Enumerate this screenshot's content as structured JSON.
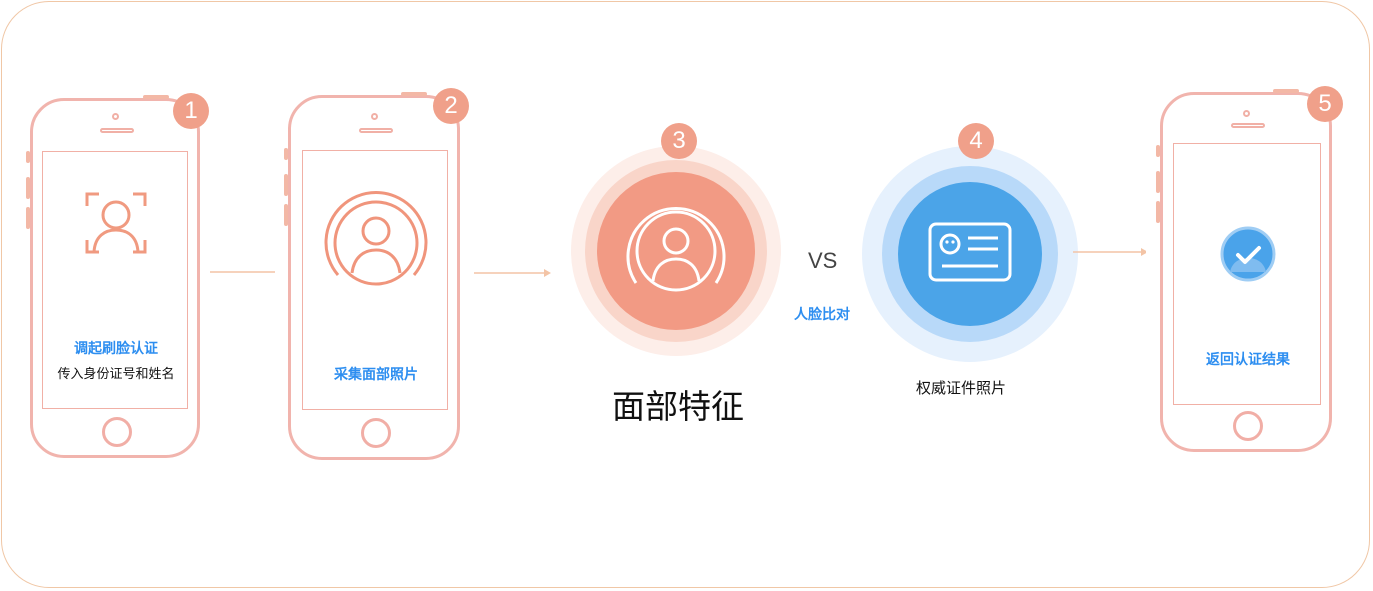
{
  "steps": [
    {
      "number": "1",
      "title": "调起刷脸认证",
      "subtitle": "传入身份证号和姓名"
    },
    {
      "number": "2",
      "title": "采集面部照片"
    },
    {
      "number": "3",
      "title": "面部特征"
    },
    {
      "number": "4",
      "title": "权威证件照片"
    },
    {
      "number": "5",
      "title": "返回认证结果"
    }
  ],
  "compare": {
    "vs": "VS",
    "label": "人脸比对"
  },
  "colors": {
    "accent_orange": "#f0a08a",
    "accent_blue": "#2d8ef0",
    "phone_border": "#f1b4ad"
  },
  "icons": [
    "face-scan-icon",
    "face-capture-icon",
    "face-feature-icon",
    "id-card-icon",
    "check-badge-icon"
  ]
}
